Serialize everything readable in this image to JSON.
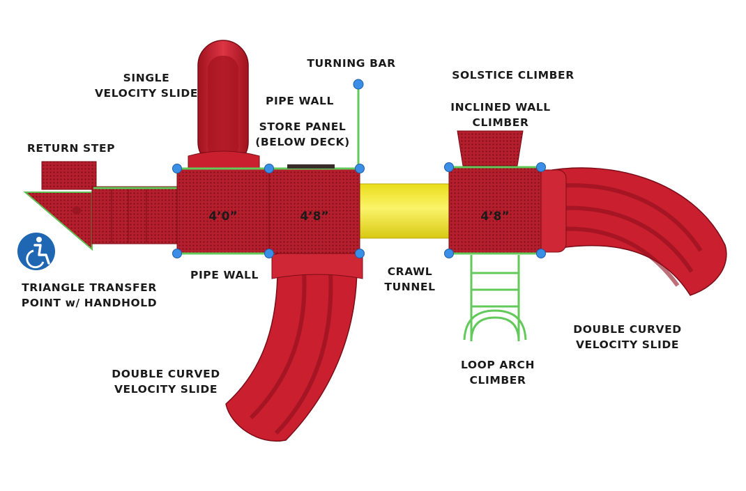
{
  "colors": {
    "slide": "#c91f2e",
    "slide_dark": "#8f0f1c",
    "deck": "#b51e2c",
    "tunnel": "#f3ea1f",
    "frame": "#62c95a",
    "post_cap": "#3a8ee6",
    "access_badge": "#1f66b3"
  },
  "decks": [
    {
      "label": "4’0”"
    },
    {
      "label": "4’8”"
    },
    {
      "label": "4’8”"
    }
  ],
  "labels": {
    "single_velocity_slide": [
      "SINGLE",
      "VELOCITY SLIDE"
    ],
    "turning_bar": [
      "TURNING BAR"
    ],
    "solstice_climber": [
      "SOLSTICE CLIMBER"
    ],
    "pipe_wall_top": [
      "PIPE WALL"
    ],
    "inclined_wall_climber": [
      "INCLINED WALL",
      "CLIMBER"
    ],
    "store_panel": [
      "STORE PANEL",
      "(BELOW DECK)"
    ],
    "return_step": [
      "RETURN STEP"
    ],
    "pipe_wall_bottom": [
      "PIPE WALL"
    ],
    "crawl_tunnel": [
      "CRAWL",
      "TUNNEL"
    ],
    "triangle_transfer": [
      "TRIANGLE TRANSFER",
      "POINT w/ HANDHOLD"
    ],
    "double_curved_slide_right": [
      "DOUBLE CURVED",
      "VELOCITY SLIDE"
    ],
    "loop_arch_climber": [
      "LOOP ARCH",
      "CLIMBER"
    ],
    "double_curved_slide_left": [
      "DOUBLE CURVED",
      "VELOCITY SLIDE"
    ]
  },
  "icons": {
    "accessibility": "wheelchair-icon"
  }
}
